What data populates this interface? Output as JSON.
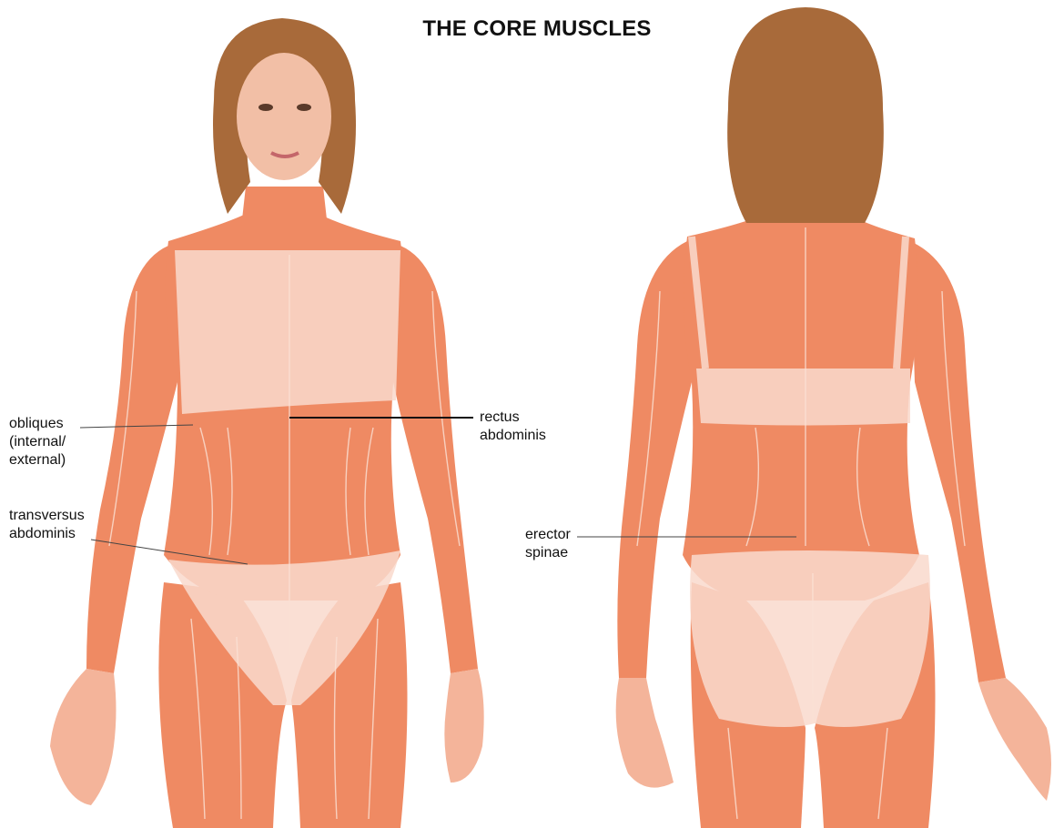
{
  "title": "THE CORE MUSCLES",
  "colors": {
    "skin": "#f4a98a",
    "muscle": "#ef8a63",
    "muscle_stroke": "#fbe2d6",
    "underwear": "#f9d9cc",
    "hair": "#a86a3a",
    "face": "#f2bfa6",
    "leader_line": "#444444"
  },
  "views": {
    "front": "front-view-figure",
    "back": "back-view-figure"
  },
  "labels": {
    "obliques": "obliques\n(internal/\nexternal)",
    "transversus": "transversus\nabdominis",
    "rectus": "rectus\nabdominis",
    "erector": "erector\nspinae"
  }
}
